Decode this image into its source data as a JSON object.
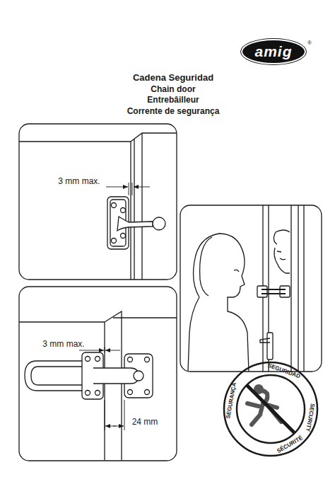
{
  "diagram": {
    "title": "Cadena Seguridad",
    "nodes": [
      {
        "text": [
          "amig"
        ]
      }
    ],
    "labels": [
      "®",
      "Chain door",
      "Entrebâilleur",
      "Corrente de segurança",
      "3 mm max.",
      "3 mm max.",
      "24 mm",
      "SEGURIDAD",
      "SECURITY",
      "SÉCURITÉ",
      "SEGURANÇA"
    ]
  }
}
